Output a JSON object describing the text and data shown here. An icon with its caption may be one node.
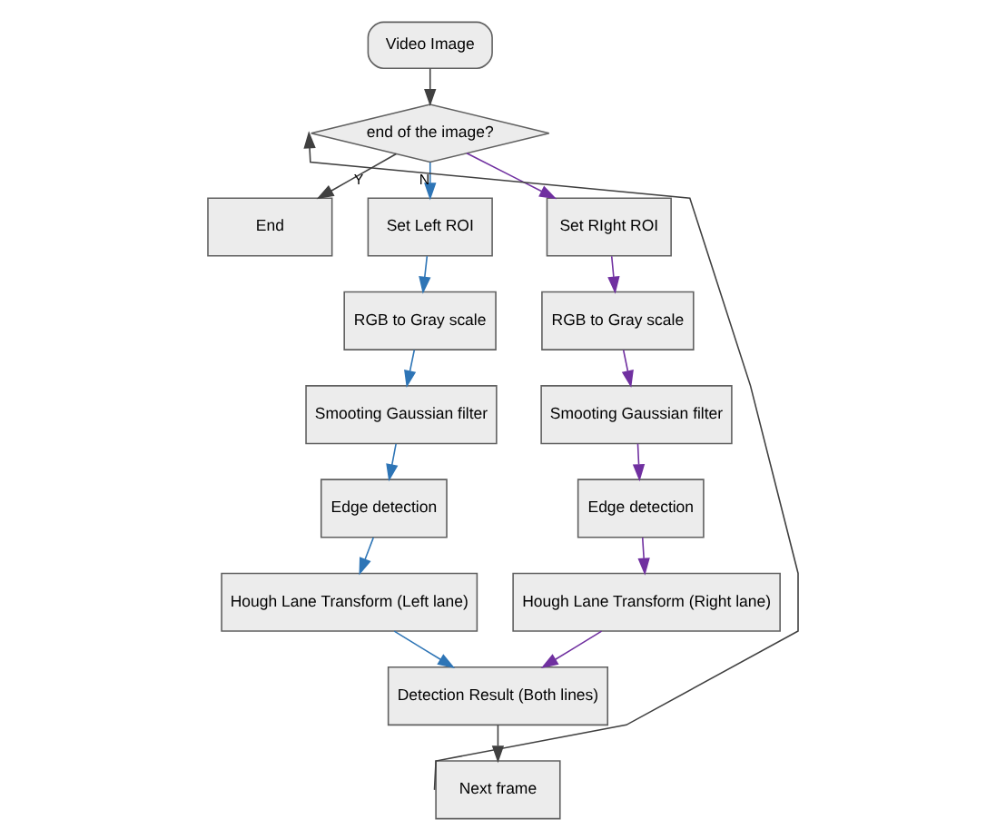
{
  "diagram": {
    "nodes": [
      {
        "text": [
          "Video Image"
        ]
      },
      {
        "text": [
          "end of the image?"
        ]
      },
      {
        "text": [
          "End"
        ]
      },
      {
        "text": [
          "Set Left ROI"
        ]
      },
      {
        "text": [
          "Set RIght ROI"
        ]
      },
      {
        "text": [
          "RGB to Gray scale"
        ]
      },
      {
        "text": [
          "RGB to Gray scale"
        ]
      },
      {
        "text": [
          "Smooting Gaussian filter"
        ]
      },
      {
        "text": [
          "Smooting Gaussian filter"
        ]
      },
      {
        "text": [
          "Edge detection"
        ]
      },
      {
        "text": [
          "Edge detection"
        ]
      },
      {
        "text": [
          "Hough Lane Transform (Left lane)"
        ]
      },
      {
        "text": [
          "Hough Lane Transform (Right lane)"
        ]
      },
      {
        "text": [
          "Detection Result (Both lines)"
        ]
      },
      {
        "text": [
          "Next frame"
        ]
      }
    ],
    "edges": [
      {
        "from": 0,
        "to": 1,
        "arrow": "to",
        "color": "#404040"
      },
      {
        "from": 1,
        "to": 2,
        "arrow": "to",
        "label": "Y",
        "color": "#404040"
      },
      {
        "from": 1,
        "to": 3,
        "arrow": "to",
        "label": "N",
        "color": "#2e75b6"
      },
      {
        "from": 1,
        "to": 4,
        "arrow": "to",
        "color": "#7030a0"
      },
      {
        "from": 3,
        "to": 5,
        "arrow": "to",
        "color": "#2e75b6"
      },
      {
        "from": 4,
        "to": 6,
        "arrow": "to",
        "color": "#7030a0"
      },
      {
        "from": 5,
        "to": 7,
        "arrow": "to",
        "color": "#2e75b6"
      },
      {
        "from": 6,
        "to": 8,
        "arrow": "to",
        "color": "#7030a0"
      },
      {
        "from": 7,
        "to": 9,
        "arrow": "to",
        "color": "#2e75b6"
      },
      {
        "from": 8,
        "to": 10,
        "arrow": "to",
        "color": "#7030a0"
      },
      {
        "from": 9,
        "to": 11,
        "arrow": "to",
        "color": "#2e75b6"
      },
      {
        "from": 10,
        "to": 12,
        "arrow": "to",
        "color": "#7030a0"
      },
      {
        "from": 11,
        "to": 13,
        "arrow": "to",
        "color": "#2e75b6"
      },
      {
        "from": 12,
        "to": 13,
        "arrow": "to",
        "color": "#7030a0"
      },
      {
        "from": 13,
        "to": 14,
        "arrow": "to",
        "color": "#404040"
      },
      {
        "from": 14,
        "to": 1,
        "arrow": "to",
        "color": "#404040"
      }
    ]
  }
}
